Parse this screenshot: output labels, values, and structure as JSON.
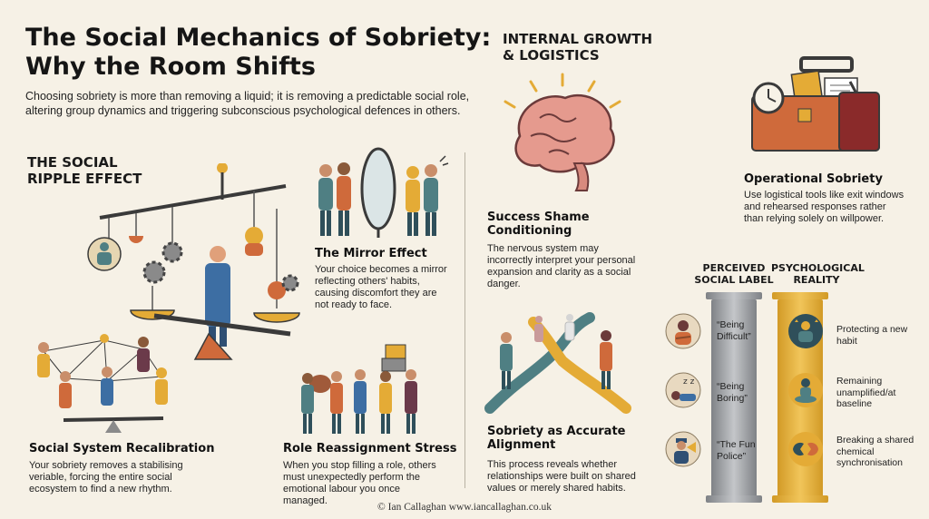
{
  "title_line1": "The Social Mechanics of Sobriety:",
  "title_line2": "Why the Room Shifts",
  "subtitle": "Choosing sobriety is more than removing a liquid; it is removing a predictable social role, altering group dynamics and triggering subconscious psychological defences in others.",
  "ripple": {
    "line1": "THE SOCIAL",
    "line2": "RIPPLE EFFECT"
  },
  "internal": {
    "line1": "INTERNAL GROWTH",
    "line2": "& LOGISTICS"
  },
  "mirror": {
    "heading": "The Mirror Effect",
    "text": "Your choice becomes a mirror reflecting others' habits, causing discomfort they are not ready to face."
  },
  "recalibration": {
    "heading": "Social System Recalibration",
    "text": "Your sobriety removes a stabilising veriable, forcing the entire social ecosystem to find a new rhythm."
  },
  "role_stress": {
    "heading": "Role Reassignment Stress",
    "text": "When you stop filling a role, others must unexpectedly perform the emotional labour you once managed."
  },
  "shame": {
    "heading_line1": "Success Shame",
    "heading_line2": "Conditioning",
    "text": "The nervous system may incorrectly interpret your personal expansion and clarity as a social danger."
  },
  "alignment": {
    "heading_line1": "Sobriety as Accurate",
    "heading_line2": "Alignment",
    "text": "This process reveals whether relationships were built on shared values or merely shared habits."
  },
  "operational": {
    "heading": "Operational Sobriety",
    "text": "Use logistical tools like exit windows and rehearsed responses rather than relying solely on willpower."
  },
  "comparison": {
    "left_header": "PERCEIVED SOCIAL LABEL",
    "right_header": "PSYCHOLOGICAL REALITY",
    "rows": [
      {
        "label": "“Being Difficult”",
        "reality": "Protecting a new habit"
      },
      {
        "label": "“Being Boring”",
        "reality": "Remaining unamplified/at baseline"
      },
      {
        "label": "“The Fun Police”",
        "reality": "Breaking a shared chemical synchronisation"
      }
    ]
  },
  "credit": "© Ian Callaghan  www.iancallaghan.co.uk",
  "colors": {
    "bg": "#f6f1e6",
    "gold": "#e4ab36",
    "orange": "#cf6a3b",
    "teal": "#4f7f83",
    "blue": "#3d6ea3"
  }
}
